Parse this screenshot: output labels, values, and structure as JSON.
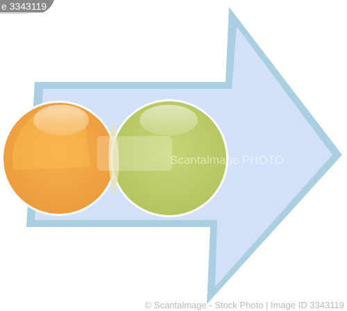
{
  "watermark": {
    "top_label": "e 3343119",
    "center_label": "Scantalmage PHOTO",
    "bottom_label": "© Scantalmage - Stock Photo | Image ID 3343119"
  },
  "colors": {
    "arrow_fill": "#d2e1f7",
    "arrow_stroke": "#a9cfe0",
    "circle_1": "#f4a640",
    "circle_2": "#bdd06c"
  }
}
